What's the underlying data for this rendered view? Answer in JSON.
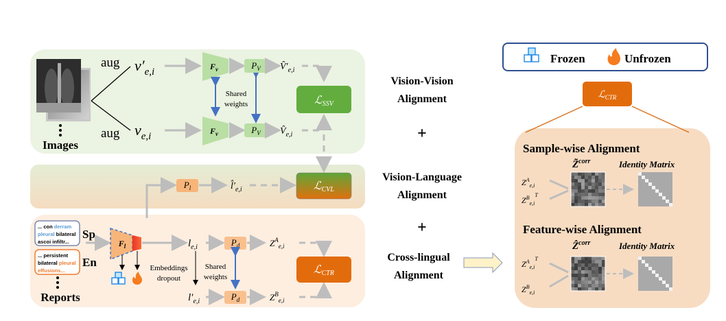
{
  "legend": {
    "frozen_label": "Frozen",
    "unfrozen_label": "Unfrozen",
    "frozen_icon": "ice-cubes-icon",
    "unfrozen_icon": "flame-icon"
  },
  "vision_branch": {
    "aug_label": "aug",
    "input_aug": "v′",
    "input_aug_sub": "e,i",
    "input": "v",
    "input_sub": "e,i",
    "encoder": "F",
    "encoder_sub": "v",
    "projector": "P",
    "projector_sub": "V",
    "output_aug": "V̂′",
    "output_aug_sub": "e,i",
    "output": "V̂",
    "output_sub": "e,i",
    "shared_weights_line1": "Shared",
    "shared_weights_line2": "weights",
    "images_label": "Images",
    "loss": "ℒ",
    "loss_sub": "SSV"
  },
  "vl_branch": {
    "projector": "P",
    "projector_sub": "l",
    "output": "l̂′",
    "output_sub": "e,i",
    "loss": "ℒ",
    "loss_sub": "CVL"
  },
  "text_branch": {
    "report_sp": {
      "lang": "Sp",
      "segments": [
        {
          "text": "... con ",
          "highlight": false
        },
        {
          "text": "derram",
          "highlight": true
        },
        {
          "text": "pleural",
          "highlight": true
        },
        {
          "text": " bilateral",
          "highlight": false
        },
        {
          "text": "ascoi infiltr...",
          "highlight": false
        }
      ]
    },
    "report_en": {
      "lang": "En",
      "segments": [
        {
          "text": "... persistent",
          "highlight": false
        },
        {
          "text": "bilateral ",
          "highlight": false
        },
        {
          "text": "pleural",
          "highlight": true
        },
        {
          "text": "effusions...",
          "highlight": true
        }
      ]
    },
    "reports_label": "Reports",
    "encoder": "F",
    "encoder_sub": "l",
    "emb": "l",
    "emb_sub": "e,i",
    "emb_aug": "l′",
    "emb_aug_sub": "e,i",
    "dropout_line1": "Embeddings",
    "dropout_line2": "dropout",
    "shared_weights_line1": "Shared",
    "shared_weights_line2": "weights",
    "projector": "P",
    "projector_sub": "d",
    "za": "Z",
    "za_sup": "A",
    "za_sub": "e,i",
    "zb": "Z",
    "zb_sup": "B",
    "zb_sub": "e,i",
    "loss": "ℒ",
    "loss_sub": "CTR"
  },
  "middle_labels": {
    "vv_line1": "Vision-Vision",
    "vv_line2": "Alignment",
    "plus1": "+",
    "vl_line1": "Vision-Language",
    "vl_line2": "Alignment",
    "plus2": "+",
    "cl_line1": "Cross-lingual",
    "cl_line2": "Alignment"
  },
  "right_panel": {
    "loss": "ℒ",
    "loss_sub": "CTR",
    "sample_title": "Sample-wise Alignment",
    "feature_title": "Feature-wise Alignment",
    "sample_corr": "Z̃",
    "sample_corr_sup": "corr",
    "feature_corr": "Ẑ",
    "feature_corr_sup": "corr",
    "identity_label": "Identity Matrix",
    "sample_in1": "Z",
    "sample_in1_sup": "A",
    "sample_in1_sub": "e,i",
    "sample_in2": "Z",
    "sample_in2_sup": "B",
    "sample_in2_sub": "e,i",
    "sample_in2_sup2": "T",
    "feature_in1": "Z",
    "feature_in1_sup": "A",
    "feature_in1_sub": "e,i",
    "feature_in1_sup2": "T",
    "feature_in2": "Z",
    "feature_in2_sup": "B",
    "feature_in2_sub": "e,i"
  },
  "colors": {
    "green_panel": "#ebf3e2",
    "vl_top": "#e4edd5",
    "vl_bottom": "#f5dcc0",
    "text_panel": "#fdeee0",
    "right_panel": "#f7dcc2",
    "ssv_green": "#62ad3e",
    "ctr_orange": "#e26c0c",
    "proj_green": "#b9dfa4",
    "proj_orange": "#f9c08e",
    "pl_orange": "#f7b57a",
    "arrow_gray": "#bdbdbd",
    "blue": "#4472c4",
    "legend_border": "#2f4f8f",
    "highlight_blue": "#5b9bd5",
    "highlight_orange": "#ed7d31"
  }
}
